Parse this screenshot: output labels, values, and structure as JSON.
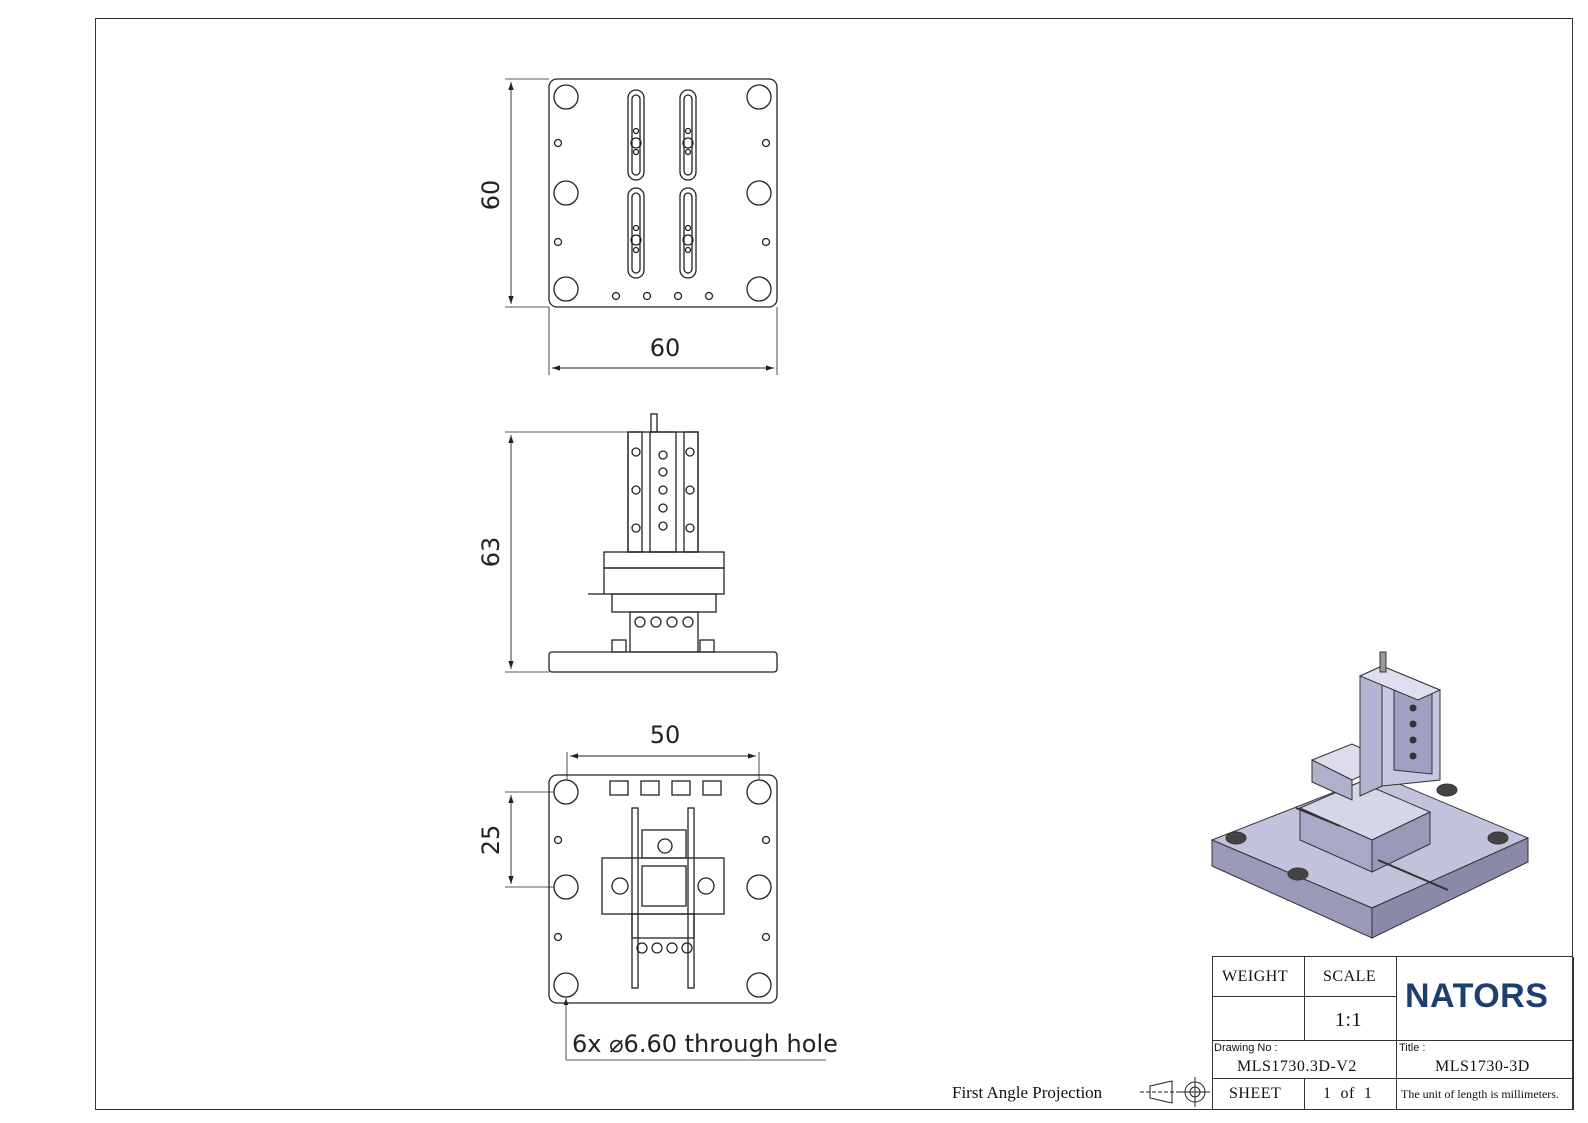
{
  "dimensions": {
    "top_height": "60",
    "top_width": "60",
    "front_height": "63",
    "bottom_span": "50",
    "bottom_height": "25",
    "hole_note": "6x ⌀6.60 through hole"
  },
  "projection": {
    "label": "First Angle Projection"
  },
  "title_block": {
    "weight_label": "WEIGHT",
    "weight_value": "",
    "scale_label": "SCALE",
    "scale_value": "1:1",
    "company": "NATORS",
    "drawing_no_label": "Drawing No :",
    "drawing_no": "MLS1730.3D-V2",
    "title_label": "Title :",
    "title": "MLS1730-3D",
    "sheet_label": "SHEET",
    "sheet_value": "1  of  1",
    "units_note": "The unit of length is millimeters."
  },
  "colors": {
    "logo": "#1d3f70",
    "line": "#222222",
    "iso_face": "#b8b8d4"
  }
}
